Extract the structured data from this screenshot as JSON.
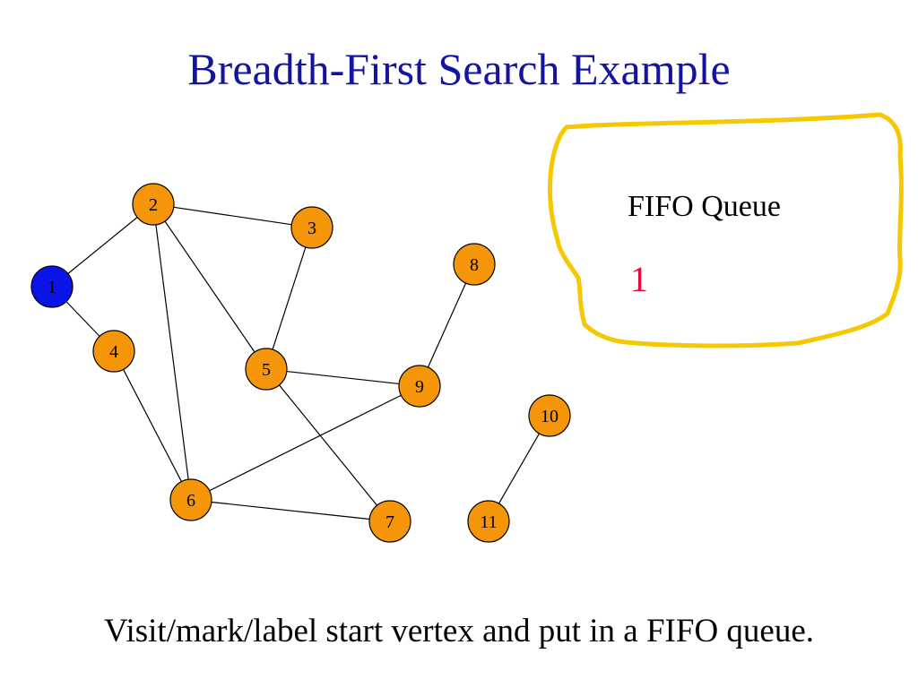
{
  "title": "Breadth-First Search Example",
  "caption": "Visit/mark/label start vertex and put in a FIFO queue.",
  "colors": {
    "title": "#1414a0",
    "visited": "#0a14e6",
    "unvisited": "#f5960a",
    "queue_item": "#e60a3c",
    "queue_outline": "#f5c800"
  },
  "queue": {
    "title": "FIFO Queue",
    "items": [
      "1"
    ]
  },
  "graph": {
    "nodes": [
      {
        "id": "1",
        "label": "1",
        "visited": true
      },
      {
        "id": "2",
        "label": "2",
        "visited": false
      },
      {
        "id": "3",
        "label": "3",
        "visited": false
      },
      {
        "id": "4",
        "label": "4",
        "visited": false
      },
      {
        "id": "5",
        "label": "5",
        "visited": false
      },
      {
        "id": "6",
        "label": "6",
        "visited": false
      },
      {
        "id": "7",
        "label": "7",
        "visited": false
      },
      {
        "id": "8",
        "label": "8",
        "visited": false
      },
      {
        "id": "9",
        "label": "9",
        "visited": false
      },
      {
        "id": "10",
        "label": "10",
        "visited": false
      },
      {
        "id": "11",
        "label": "11",
        "visited": false
      }
    ],
    "edges": [
      [
        "1",
        "2"
      ],
      [
        "1",
        "4"
      ],
      [
        "2",
        "3"
      ],
      [
        "2",
        "5"
      ],
      [
        "2",
        "6"
      ],
      [
        "3",
        "5"
      ],
      [
        "4",
        "6"
      ],
      [
        "5",
        "9"
      ],
      [
        "5",
        "7"
      ],
      [
        "6",
        "9"
      ],
      [
        "6",
        "7"
      ],
      [
        "8",
        "9"
      ],
      [
        "10",
        "11"
      ]
    ]
  }
}
